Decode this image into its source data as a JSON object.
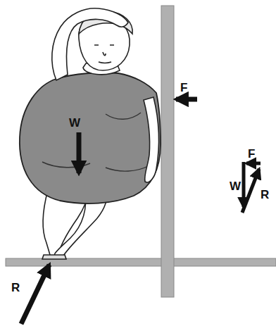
{
  "diagram": {
    "labels": [
      "F",
      "W",
      "F",
      "W",
      "R",
      "R"
    ]
  }
}
